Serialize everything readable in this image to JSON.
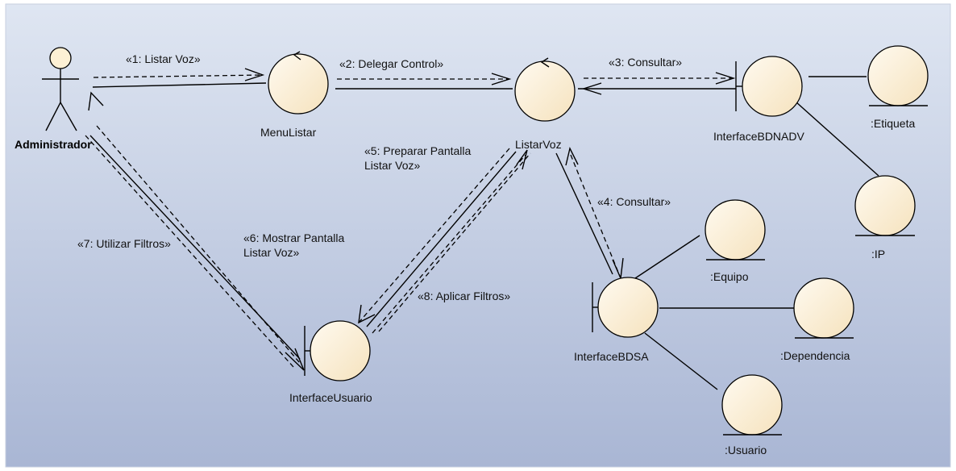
{
  "diagram": {
    "actor": {
      "label": "Administrador"
    },
    "objects": {
      "menu_listar": "MenuListar",
      "listar_voz": "ListarVoz",
      "interface_bdnadv": "InterfaceBDNADV",
      "etiqueta": ":Etiqueta",
      "ip": ":IP",
      "interface_usuario": "InterfaceUsuario",
      "interface_bdsa": "InterfaceBDSA",
      "equipo": ":Equipo",
      "dependencia": ":Dependencia",
      "usuario": ":Usuario"
    },
    "messages": {
      "m1": "«1: Listar Voz»",
      "m2": "«2: Delegar Control»",
      "m3": "«3: Consultar»",
      "m4": "«4: Consultar»",
      "m5_line1": "«5: Preparar Pantalla",
      "m5_line2": "Listar Voz»",
      "m6_line1": "«6: Mostrar Pantalla",
      "m6_line2": "Listar Voz»",
      "m7": "«7: Utilizar Filtros»",
      "m8": "«8: Aplicar Filtros»"
    },
    "colors": {
      "background_top": "#dfe6f2",
      "background_bottom": "#a9b6d4",
      "object_fill": "#fdf0d4",
      "line": "#000000"
    }
  }
}
